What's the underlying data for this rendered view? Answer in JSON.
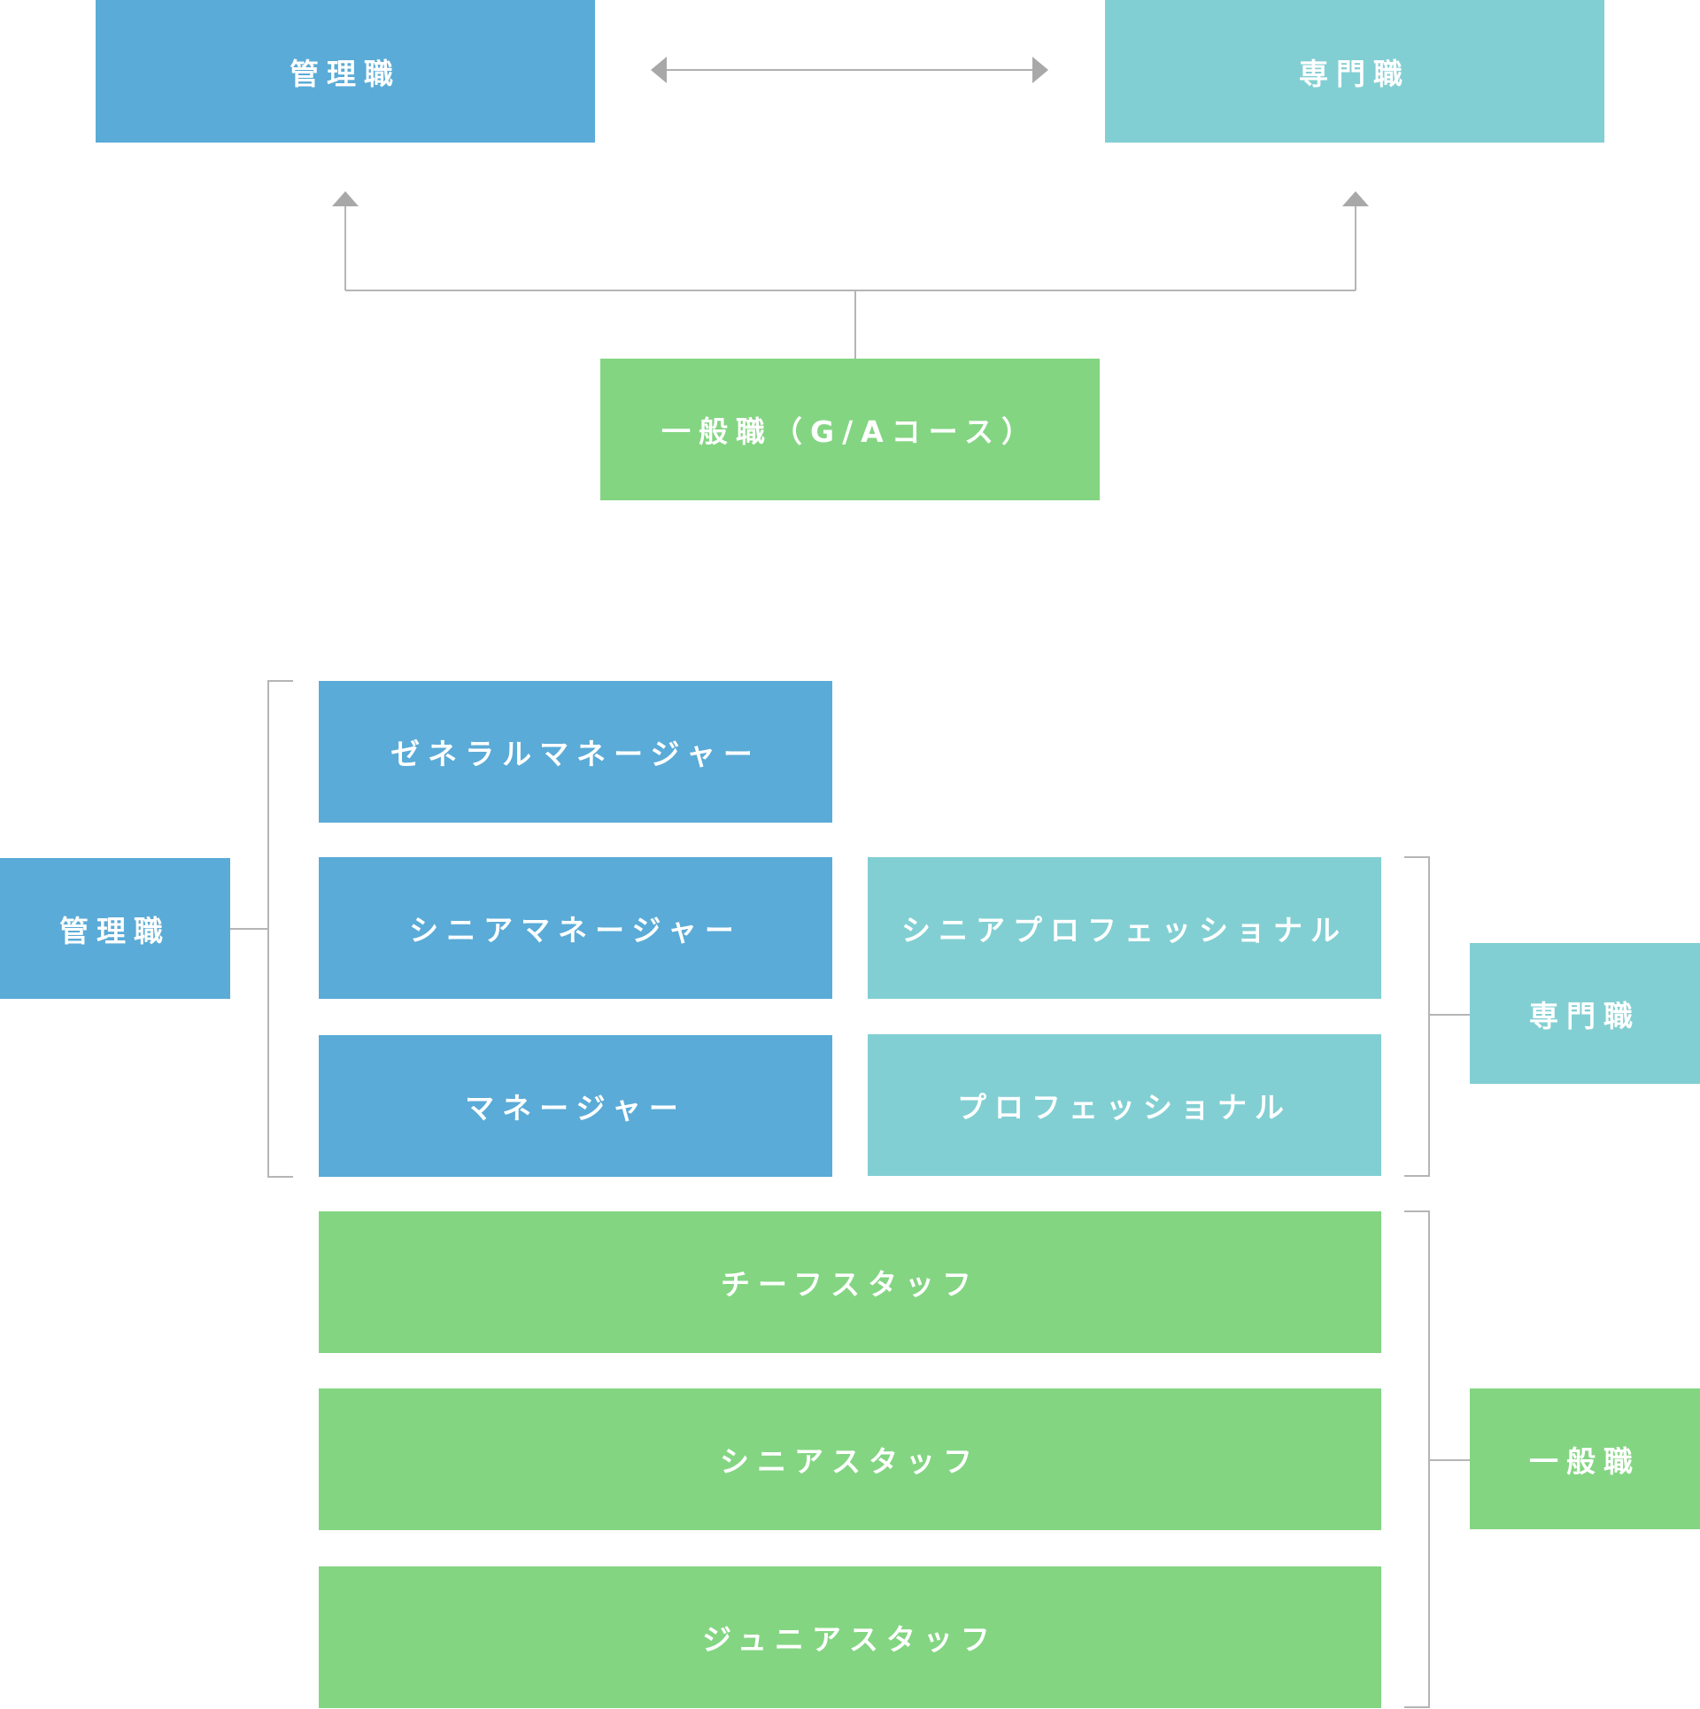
{
  "top": {
    "management": "管理職",
    "specialist": "専門職",
    "general_course": "一般職（G/Aコース）"
  },
  "ladder": {
    "management_group": "管理職",
    "specialist_group": "専門職",
    "general_group": "一般職",
    "general_manager": "ゼネラルマネージャー",
    "senior_manager": "シニアマネージャー",
    "senior_professional": "シニアプロフェッショナル",
    "manager": "マネージャー",
    "professional": "プロフェッショナル",
    "chief_staff": "チーフスタッフ",
    "senior_staff": "シニアスタッフ",
    "junior_staff": "ジュニアスタッフ"
  },
  "colors": {
    "management": "#5aabd7",
    "specialist": "#82cfd3",
    "general": "#83d582",
    "connector": "#b5b5b5",
    "arrowhead": "#a8a8a8"
  }
}
